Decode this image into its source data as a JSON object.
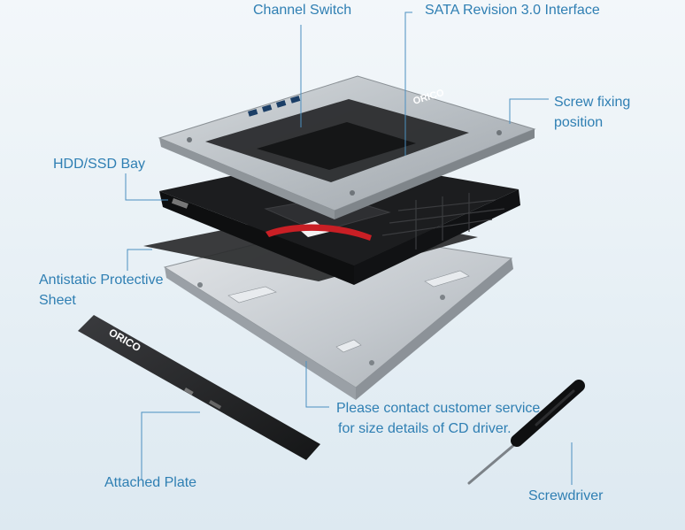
{
  "labels": {
    "channel_switch": "Channel Switch",
    "sata_interface": "SATA Revision 3.0 Interface",
    "screw_fixing_line1": "Screw fixing",
    "screw_fixing_line2": "position",
    "hdd_ssd_bay": "HDD/SSD Bay",
    "antistatic_line1": "Antistatic Protective",
    "antistatic_line2": "Sheet",
    "contact_line1": "Please contact customer service",
    "contact_line2": "for size details of CD driver.",
    "attached_plate": "Attached Plate",
    "screwdriver": "Screwdriver"
  },
  "brand": {
    "logo_text": "ORICO",
    "accent_color": "#2f7fb3",
    "frame_color": "#b8bec4",
    "tray_color": "#1c1d1f"
  }
}
